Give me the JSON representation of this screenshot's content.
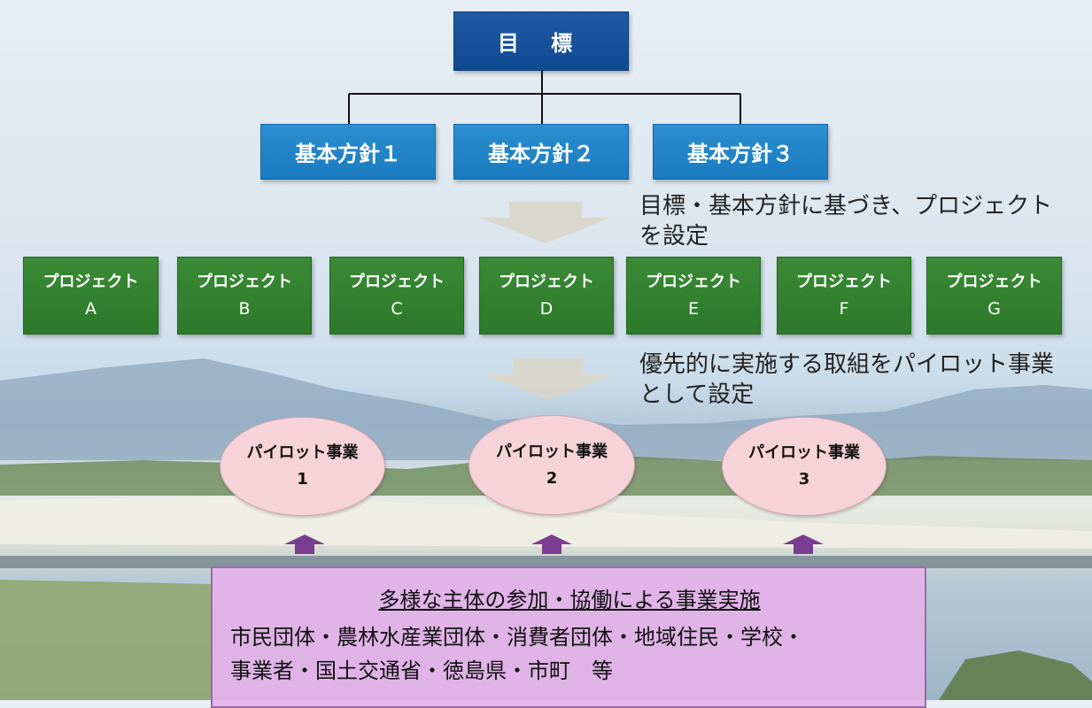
{
  "goal": "目 標",
  "policies": [
    "基本方針１",
    "基本方針２",
    "基本方針３"
  ],
  "note1": [
    "目標・基本方針に基づき、プロジェクト",
    "を設定"
  ],
  "projects": [
    {
      "label": "プロジェクト",
      "letter": "A"
    },
    {
      "label": "プロジェクト",
      "letter": "B"
    },
    {
      "label": "プロジェクト",
      "letter": "C"
    },
    {
      "label": "プロジェクト",
      "letter": "D"
    },
    {
      "label": "プロジェクト",
      "letter": "E"
    },
    {
      "label": "プロジェクト",
      "letter": "F"
    },
    {
      "label": "プロジェクト",
      "letter": "G"
    }
  ],
  "note2": [
    "優先的に実施する取組をパイロット事業",
    "として設定"
  ],
  "pilots": [
    {
      "label": "パイロット事業",
      "number": "1"
    },
    {
      "label": "パイロット事業",
      "number": "2"
    },
    {
      "label": "パイロット事業",
      "number": "3"
    }
  ],
  "participation": {
    "title": "多様な主体の参加・協働による事業実施",
    "lines": [
      "市民団体・農林水産業団体・消費者団体・地域住民・学校・",
      "事業者・国土交通省・徳島県・市町　等"
    ]
  },
  "colors": {
    "goal": "#0f4a91",
    "policy": "#1a7bc0",
    "project": "#2d7a2a",
    "pilot": "#f6d3d8",
    "participation": "#e4b2e8",
    "arrow_up": "#7a3d8f",
    "arrow_down": "#d9d6c8"
  }
}
